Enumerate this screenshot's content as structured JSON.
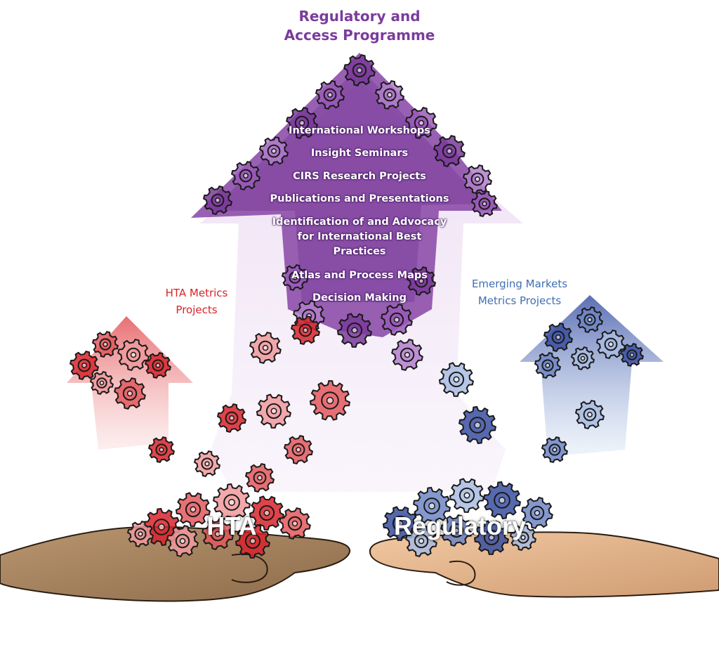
{
  "title": {
    "line1": "Regulatory and",
    "line2": "Access Programme"
  },
  "central_items": [
    "International Workshops",
    "Insight Seminars",
    "CIRS Research Projects",
    "Publications and Presentations",
    "Identification of and Advocacy",
    "for International Best",
    "Practices",
    "Atlas and Process Maps",
    "Decision Making"
  ],
  "hta_metrics": {
    "line1": "HTA Metrics",
    "line2": "Projects"
  },
  "emerging_markets": {
    "line1": "Emerging Markets",
    "line2": "Metrics Projects"
  },
  "hand_labels": {
    "left": "HTA",
    "right": "Regulatory"
  },
  "colors": {
    "purple": "#7b3c9c",
    "red": "#d8232a",
    "blue": "#3f6fb3",
    "gear_outline": "#1a1a1a",
    "skin": "#c9a37e"
  },
  "icons": [
    "gear-icon",
    "hand-icon",
    "up-arrow-icon"
  ]
}
